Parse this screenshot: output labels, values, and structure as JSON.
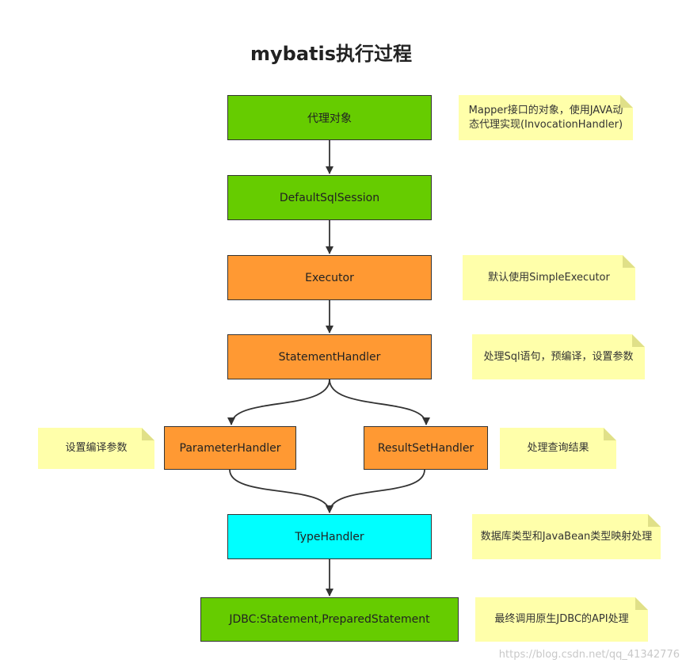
{
  "title": "mybatis执行过程",
  "nodes": {
    "proxy": "代理对象",
    "session": "DefaultSqlSession",
    "executor": "Executor",
    "statement_handler": "StatementHandler",
    "parameter_handler": "ParameterHandler",
    "resultset_handler": "ResultSetHandler",
    "type_handler": "TypeHandler",
    "jdbc": "JDBC:Statement,PreparedStatement"
  },
  "notes": {
    "proxy": "Mapper接口的对象，使用JAVA动态代理实现(InvocationHandler)",
    "executor": "默认使用SimpleExecutor",
    "statement_handler": "处理Sql语句，预编译，设置参数",
    "parameter_handler": "设置编译参数",
    "resultset_handler": "处理查询结果",
    "type_handler": "数据库类型和JavaBean类型映射处理",
    "jdbc": "最终调用原生JDBC的API处理"
  },
  "colors": {
    "green": "#66cc00",
    "orange": "#ff9933",
    "cyan": "#00ffff",
    "note": "#ffffaa"
  },
  "watermark": "https://blog.csdn.net/qq_41342776"
}
